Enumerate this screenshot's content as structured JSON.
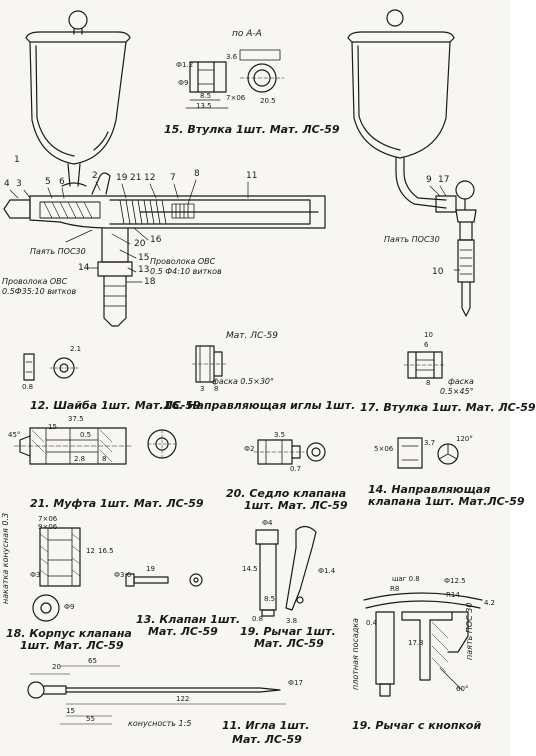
{
  "captions": {
    "c15": "15. Втулка 1шт. Мат. ЛС-59",
    "c12": "12. Шайба 1шт. Мат.ЛС-59",
    "c16": "16. Направляющая иглы 1шт.",
    "c17": "17. Втулка 1шт. Мат. ЛС-59",
    "c21": "21. Муфта 1шт. Мат. ЛС-59",
    "c20a": "20. Седло клапана",
    "c20b": "1шт. Мат. ЛС-59",
    "c14a": "14. Направляющая",
    "c14b": "клапана 1шт. Мат.ЛС-59",
    "c18a": "18. Корпус клапана",
    "c18b": "1шт. Мат. ЛС-59",
    "c13a": "13. Клапан 1шт.",
    "c13b": "Мат. ЛС-59",
    "c19a": "19. Рычаг 1шт.",
    "c19b": "Мат. ЛС-59",
    "c19c": "19. Рычаг с кнопкой",
    "c11a": "11. Игла 1шт.",
    "c11b": "Мат. ЛС-59"
  },
  "labels": {
    "section_aa": "по А-А",
    "solder1": "Паять ПОС30",
    "solder2": "Паять ПОС30",
    "wire1a": "Проволока ОВС",
    "wire1b": "0.5 Ф4:10 витков",
    "wire2a": "Проволока ОВС",
    "wire2b": "0.5Ф35:10 витков",
    "mat16": "Мат. ЛС-59",
    "chamfer16": "фаска 0.5×30°",
    "chamfer17a": "фаска",
    "chamfer17b": "0.5×45°",
    "knurl": "накатка конусная 0.3",
    "dense": "плотная посадка",
    "solder_pos": "паять ПОС 30",
    "taper": "конусность 1:5"
  },
  "numbers": {
    "n1": "1",
    "n2": "2",
    "n3": "3",
    "n4": "4",
    "n5": "5",
    "n6": "6",
    "n7": "7",
    "n8": "8",
    "n9": "9",
    "n10": "10",
    "n11": "11",
    "n12": "12",
    "n13": "13",
    "n14": "14",
    "n15": "15",
    "n16": "16",
    "n17": "17",
    "n18": "18",
    "n19": "19",
    "n20": "20",
    "n21": "21",
    "d15a": "3.6",
    "d15b": "Ф1.2",
    "d15c": "8.5",
    "d15d": "13.5",
    "d15e": "7×06",
    "d15f": "20.5",
    "d15g": "Ф9",
    "d21a": "37.5",
    "d21b": "15",
    "d21c": "0.5",
    "d21d": "2.8",
    "d21e": "8",
    "d21f": "45°",
    "d12a": "2.1",
    "d12b": "0.8",
    "d16a": "3",
    "d16b": "8",
    "d17a": "10",
    "d17b": "6",
    "d17c": "8",
    "d20a": "3.5",
    "d20b": "0.7",
    "d20c": "Ф2",
    "d14a": "5×06",
    "d14b": "3.7",
    "d14c": "120°",
    "d18a": "7×06",
    "d18b": "9×06",
    "d18c": "12",
    "d18d": "16.5",
    "d18e": "Ф3",
    "d18f": "Ф9",
    "d13a": "19",
    "d13b": "Ф3.6",
    "d19a": "Ф4",
    "d19b": "14.5",
    "d19c": "8.5",
    "d19d": "0.8",
    "d19e": "Ф1.4",
    "d19f": "3.8",
    "d19g": "Ф12.5",
    "d19h": "R14",
    "d19i": "4.2",
    "d19j": "17.3",
    "d19k": "60°",
    "d19l": "шаг 0.8",
    "d19m": "R8",
    "d19n": "0.4",
    "d11a": "20",
    "d11b": "65",
    "d11c": "122",
    "d11d": "15",
    "d11e": "55",
    "d11f": "Ф17"
  }
}
